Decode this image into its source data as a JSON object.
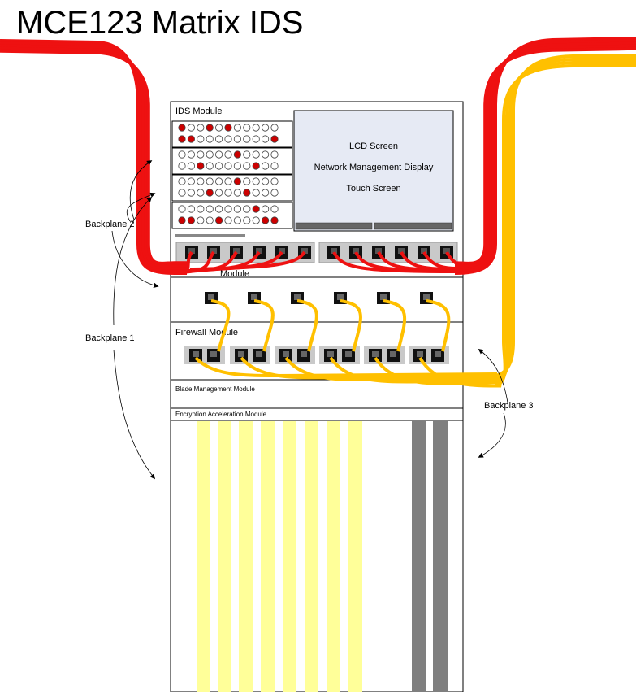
{
  "title": "MCE123 Matrix IDS",
  "modules": {
    "ids": "IDS Module",
    "router_partial": "Module",
    "firewall": "Firewall Module",
    "blade_management": "Blade Management Module",
    "encryption": "Encryption Acceleration Module"
  },
  "lcd": {
    "line1": "LCD Screen",
    "line2": "Network Management Display",
    "line3": "Touch Screen"
  },
  "backplanes": {
    "bp1": "Backplane 1",
    "bp2": "Backplane 2",
    "bp3": "Backplane 3"
  },
  "led_panels": [
    [
      "RWWRWRWWWWW",
      "RRWWWWWWWWR"
    ],
    [
      "WWWWWWRWWWW",
      "WWRWWWWWRWW"
    ],
    [
      "WWWWWWRWWWW",
      "WWWRWWWRWWW"
    ],
    [
      "WWWWWWWWRWW",
      "RRWWRWWWWRR"
    ]
  ],
  "colors": {
    "red_cable": "#ee1111",
    "yellow_cable": "#ffc000",
    "led_red": "#cc0000",
    "lcd_fill": "#e6eaf4",
    "port_gray": "#c9c9c9",
    "stripe_yellow": "#ffff99",
    "stripe_gray": "#7f7f7f"
  }
}
